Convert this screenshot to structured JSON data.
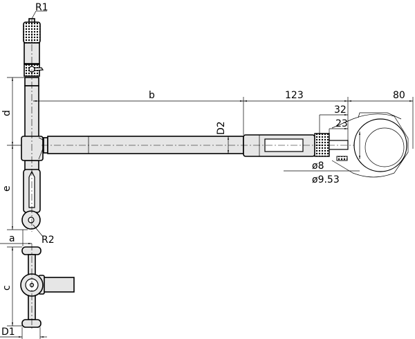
{
  "labels": {
    "r1": "R1",
    "r2": "R2",
    "a": "a",
    "b": "b",
    "c": "c",
    "d": "d",
    "e": "e",
    "d1": "D1",
    "d2": "D2",
    "dim_123": "123",
    "dim_80": "80",
    "dim_32": "32",
    "dim_23": "23",
    "dia_8": "ø8",
    "dia_953": "ø9.53"
  }
}
